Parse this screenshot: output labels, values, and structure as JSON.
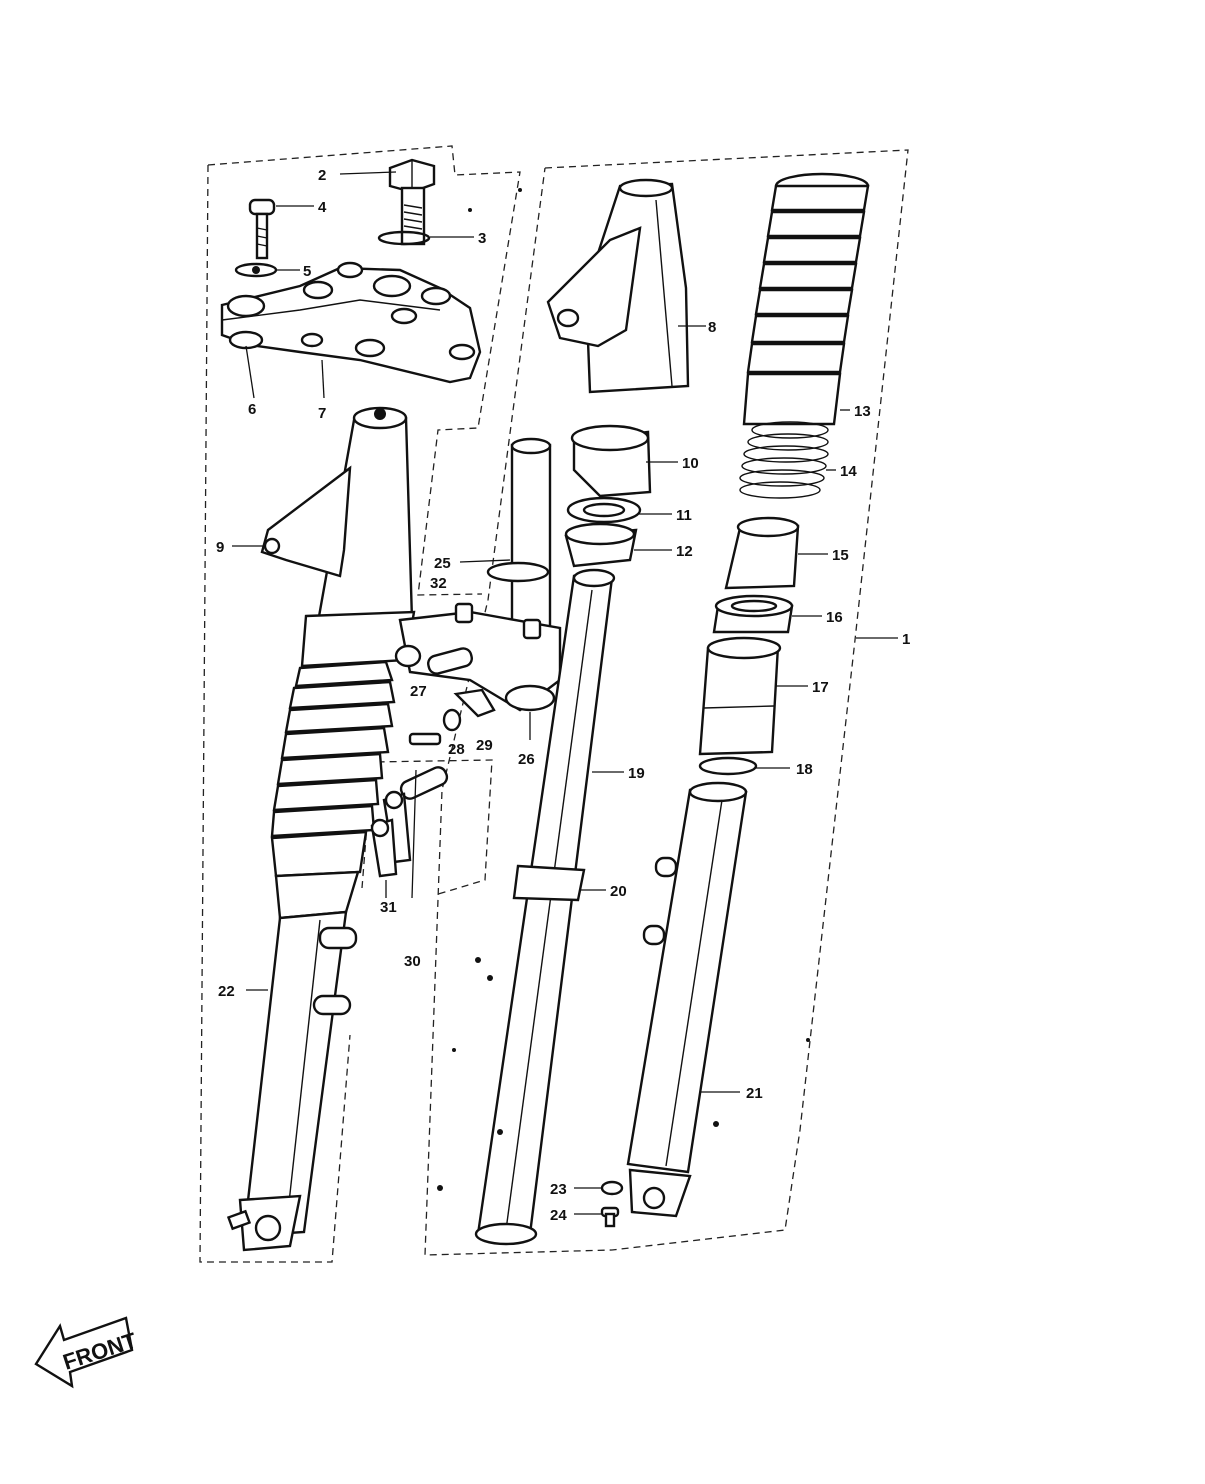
{
  "diagram": {
    "callouts": [
      {
        "id": "c1",
        "label": "1"
      },
      {
        "id": "c2",
        "label": "2"
      },
      {
        "id": "c3",
        "label": "3"
      },
      {
        "id": "c4",
        "label": "4"
      },
      {
        "id": "c5",
        "label": "5"
      },
      {
        "id": "c6",
        "label": "6"
      },
      {
        "id": "c7",
        "label": "7"
      },
      {
        "id": "c8",
        "label": "8"
      },
      {
        "id": "c9",
        "label": "9"
      },
      {
        "id": "c10",
        "label": "10"
      },
      {
        "id": "c11",
        "label": "11"
      },
      {
        "id": "c12",
        "label": "12"
      },
      {
        "id": "c13",
        "label": "13"
      },
      {
        "id": "c14",
        "label": "14"
      },
      {
        "id": "c15",
        "label": "15"
      },
      {
        "id": "c16",
        "label": "16"
      },
      {
        "id": "c17",
        "label": "17"
      },
      {
        "id": "c18",
        "label": "18"
      },
      {
        "id": "c19",
        "label": "19"
      },
      {
        "id": "c20",
        "label": "20"
      },
      {
        "id": "c21",
        "label": "21"
      },
      {
        "id": "c22",
        "label": "22"
      },
      {
        "id": "c23",
        "label": "23"
      },
      {
        "id": "c24",
        "label": "24"
      },
      {
        "id": "c25",
        "label": "25"
      },
      {
        "id": "c26",
        "label": "26"
      },
      {
        "id": "c27",
        "label": "27"
      },
      {
        "id": "c28",
        "label": "28"
      },
      {
        "id": "c29",
        "label": "29"
      },
      {
        "id": "c30",
        "label": "30"
      },
      {
        "id": "c31",
        "label": "31"
      },
      {
        "id": "c32",
        "label": "32"
      }
    ],
    "front_label": "FRONT"
  }
}
